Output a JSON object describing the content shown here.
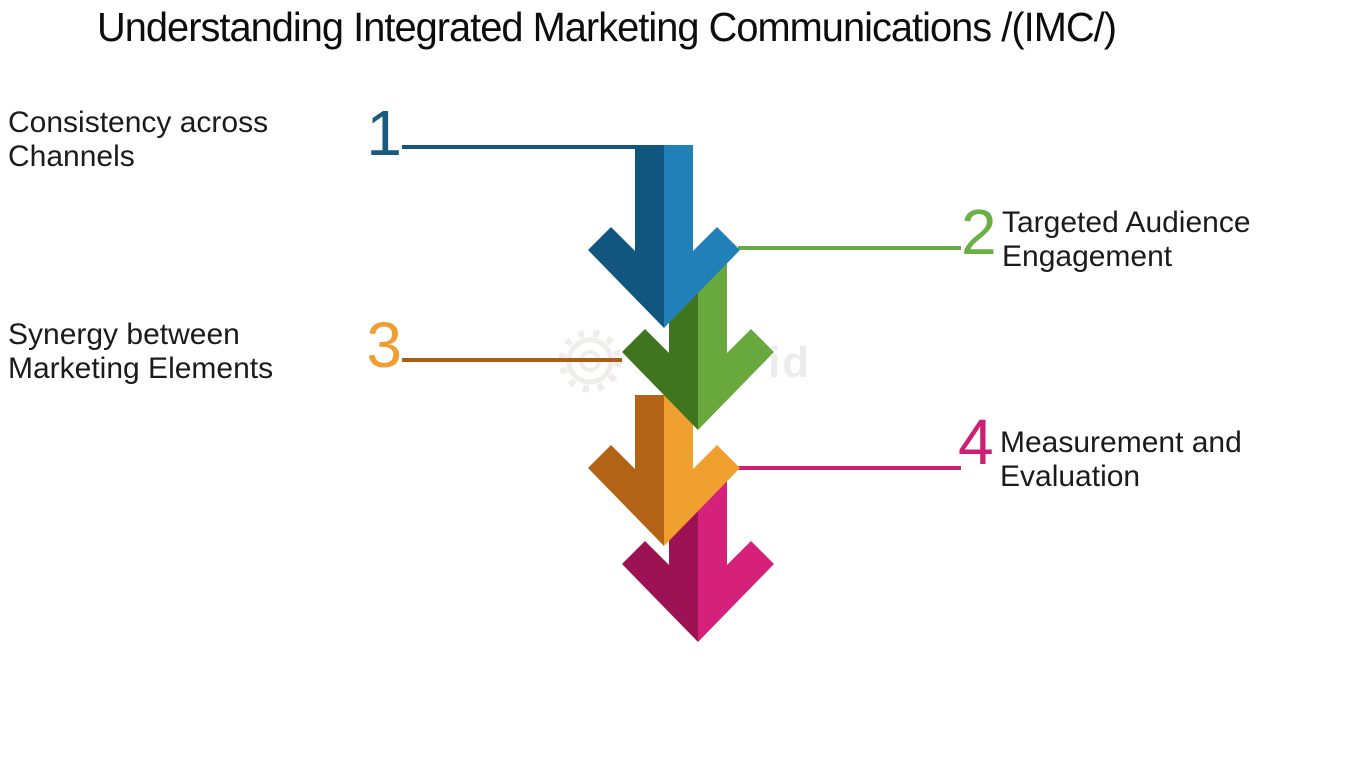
{
  "title": "Understanding Integrated Marketing Communications /(IMC/)",
  "items": [
    {
      "number": "1",
      "label_line1": "Consistency across",
      "label_line2": "Channels",
      "side": "left",
      "number_color": "#1a5a80",
      "line_color": "#15567d",
      "arrow_dark": "#10567e",
      "arrow_light": "#2180b8"
    },
    {
      "number": "2",
      "label_line1": "Targeted Audience",
      "label_line2": "Engagement",
      "side": "right",
      "number_color": "#6caf45",
      "line_color": "#6aaa46",
      "arrow_dark": "#40751f",
      "arrow_light": "#69a83d"
    },
    {
      "number": "3",
      "label_line1": "Synergy between",
      "label_line2": "Marketing Elements",
      "side": "left",
      "number_color": "#f09d32",
      "line_color": "#a95e18",
      "arrow_dark": "#b26315",
      "arrow_light": "#f0a02f"
    },
    {
      "number": "4",
      "label_line1": "Measurement and",
      "label_line2": "Evaluation",
      "side": "right",
      "number_color": "#cc2074",
      "line_color": "#cc2070",
      "arrow_dark": "#9d1253",
      "arrow_light": "#d6217b"
    }
  ],
  "watermark": {
    "partial_text": "id",
    "gear_color": "#e2dcda",
    "text_color": "#ececec"
  },
  "background_color": "#ffffff",
  "text_color": "#1b1b1b"
}
